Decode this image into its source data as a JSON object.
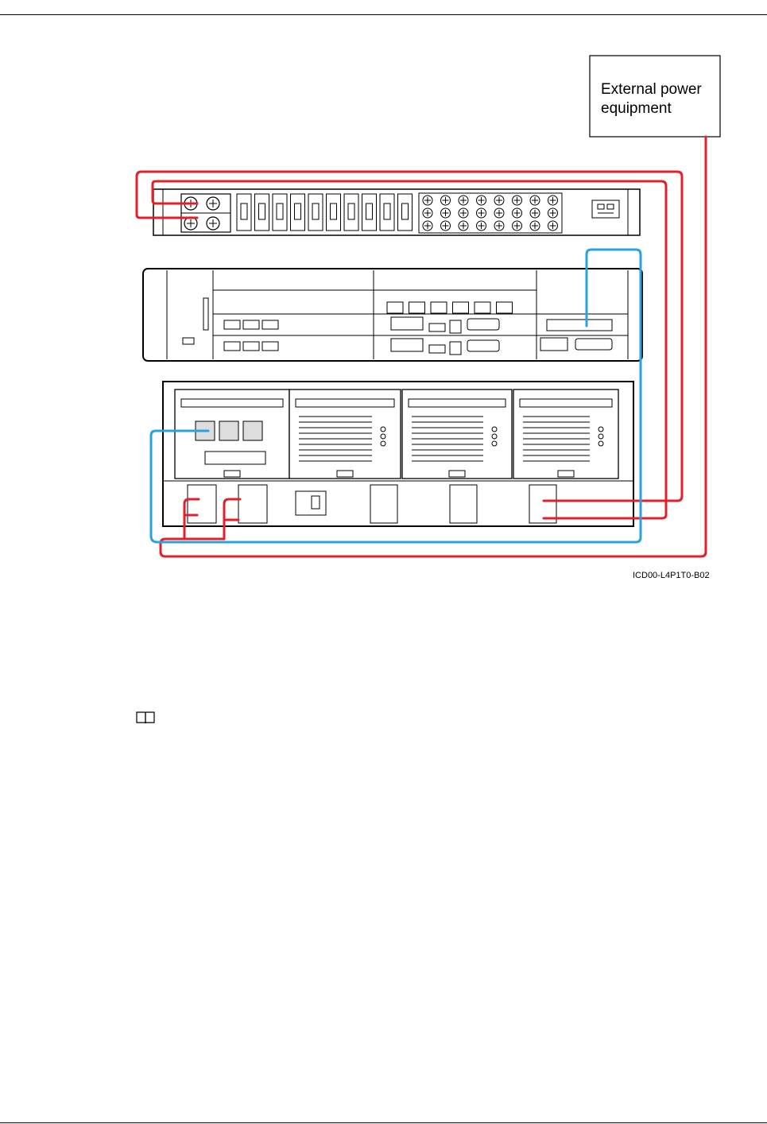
{
  "diagram": {
    "external_box_label": [
      "External power",
      "equipment"
    ],
    "figure_id": "ICD00-L4P1T0-B02",
    "colors": {
      "power_cable": "#e0202a",
      "network_cable": "#2aa3dc",
      "outline": "#000000"
    }
  },
  "icons": {
    "note": "book-icon"
  }
}
